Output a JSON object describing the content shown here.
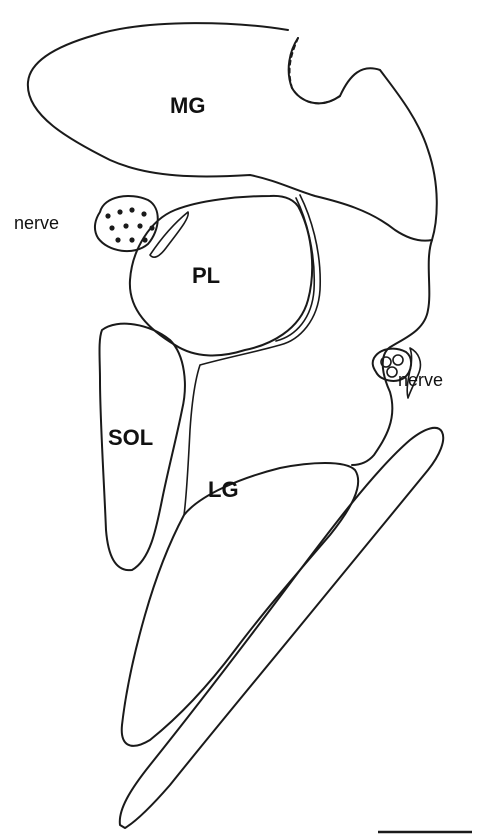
{
  "labels": {
    "mg": "MG",
    "pl": "PL",
    "sol": "SOL",
    "lg": "LG",
    "nerve_left": "nerve",
    "nerve_right": "nerve"
  },
  "colors": {
    "stroke": "#1a1a1a",
    "background": "#ffffff"
  }
}
